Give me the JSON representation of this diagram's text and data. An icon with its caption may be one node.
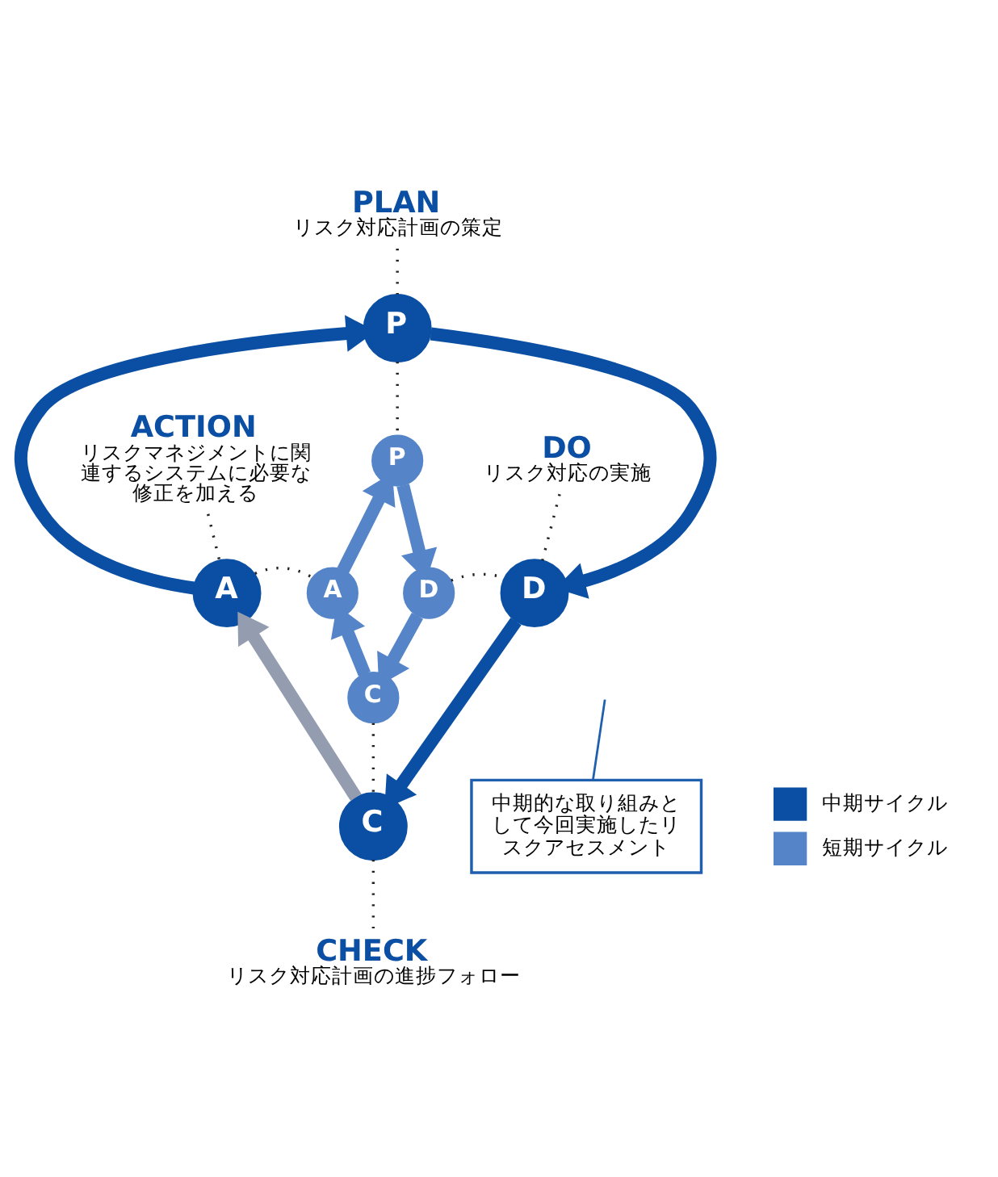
{
  "diagram": {
    "nodes": [
      {
        "text": [
          "PLAN",
          "リスク対応計画の策定"
        ]
      },
      {
        "text": [
          "ACTION",
          "リスクマネジメントに関連するシステムに必要な修正を加える"
        ]
      },
      {
        "text": [
          "DO",
          "リスク対応の実施"
        ]
      },
      {
        "text": [
          "P"
        ]
      },
      {
        "text": [
          "P"
        ]
      },
      {
        "text": [
          "A"
        ]
      },
      {
        "text": [
          "A"
        ]
      },
      {
        "text": [
          "D"
        ]
      },
      {
        "text": [
          "D"
        ]
      },
      {
        "text": [
          "C"
        ]
      },
      {
        "text": [
          "C"
        ]
      },
      {
        "text": [
          "中期的な取り組みとして今回実施したリスクアセスメント"
        ]
      },
      {
        "text": [
          "CHECK",
          "リスク対応計画の進捗フォロー"
        ]
      }
    ],
    "edges": [
      {
        "from": 5,
        "to": 3,
        "arrow": "to",
        "style": "thick",
        "color": "#0a4fa3"
      },
      {
        "from": 3,
        "to": 7,
        "arrow": "to",
        "style": "thick",
        "color": "#0a4fa3"
      },
      {
        "from": 7,
        "to": 9,
        "arrow": "to",
        "style": "thick",
        "color": "#0a4fa3"
      },
      {
        "from": 9,
        "to": 5,
        "arrow": "to",
        "style": "thick",
        "color": "#939daf"
      },
      {
        "from": 6,
        "to": 4,
        "arrow": "to",
        "style": "thick",
        "color": "#5585c8"
      },
      {
        "from": 4,
        "to": 8,
        "arrow": "to",
        "style": "thick",
        "color": "#5585c8"
      },
      {
        "from": 8,
        "to": 10,
        "arrow": "to",
        "style": "thick",
        "color": "#5585c8"
      },
      {
        "from": 10,
        "to": 6,
        "arrow": "to",
        "style": "thick",
        "color": "#5585c8"
      },
      {
        "from": 0,
        "to": 3,
        "arrow": "none",
        "style": "dashed"
      },
      {
        "from": 3,
        "to": 4,
        "arrow": "none",
        "style": "dashed"
      },
      {
        "from": 1,
        "to": 5,
        "arrow": "none",
        "style": "dashed"
      },
      {
        "from": 5,
        "to": 6,
        "arrow": "none",
        "style": "dashed"
      },
      {
        "from": 2,
        "to": 7,
        "arrow": "none",
        "style": "dashed"
      },
      {
        "from": 8,
        "to": 7,
        "arrow": "none",
        "style": "dashed"
      },
      {
        "from": 10,
        "to": 9,
        "arrow": "none",
        "style": "dashed"
      },
      {
        "from": 9,
        "to": 12,
        "arrow": "none",
        "style": "dashed"
      },
      {
        "from": 11,
        "to": null,
        "arrow": "none",
        "color": "#1f5fae"
      }
    ],
    "legend": [
      {
        "text": "中期サイクル",
        "color": "#0a4fa3"
      },
      {
        "text": "短期サイクル",
        "color": "#5585c8"
      }
    ]
  }
}
